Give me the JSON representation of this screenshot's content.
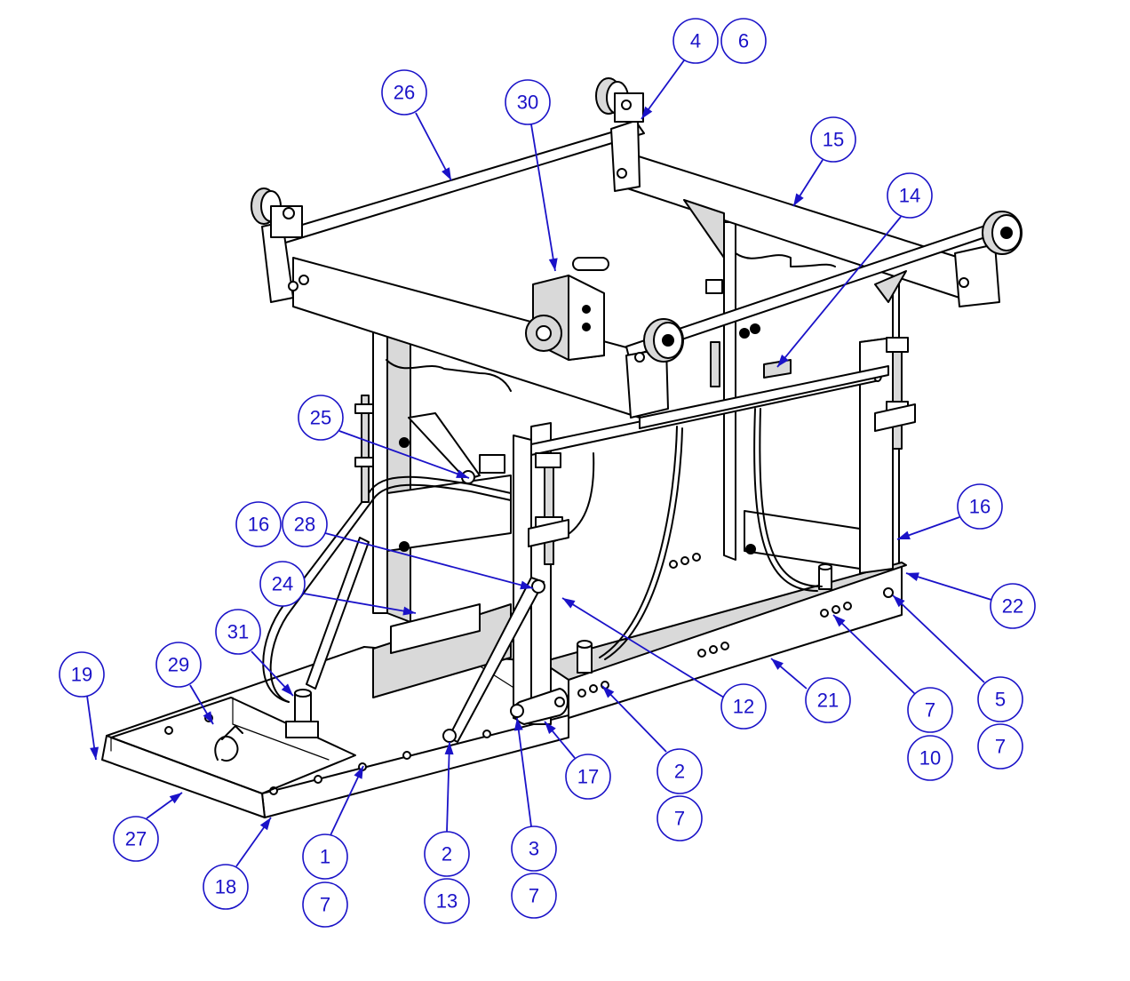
{
  "colors": {
    "callout": "#1a12c8",
    "linework": "#000000",
    "background": "#ffffff"
  },
  "balloons": [
    {
      "id": "b-4",
      "label": "4"
    },
    {
      "id": "b-6",
      "label": "6"
    },
    {
      "id": "b-26",
      "label": "26"
    },
    {
      "id": "b-30",
      "label": "30"
    },
    {
      "id": "b-15",
      "label": "15"
    },
    {
      "id": "b-14",
      "label": "14"
    },
    {
      "id": "b-25",
      "label": "25"
    },
    {
      "id": "b-16a",
      "label": "16"
    },
    {
      "id": "b-28",
      "label": "28"
    },
    {
      "id": "b-16b",
      "label": "16"
    },
    {
      "id": "b-24",
      "label": "24"
    },
    {
      "id": "b-22",
      "label": "22"
    },
    {
      "id": "b-31",
      "label": "31"
    },
    {
      "id": "b-19",
      "label": "19"
    },
    {
      "id": "b-29",
      "label": "29"
    },
    {
      "id": "b-12",
      "label": "12"
    },
    {
      "id": "b-21",
      "label": "21"
    },
    {
      "id": "b-7a",
      "label": "7"
    },
    {
      "id": "b-5",
      "label": "5"
    },
    {
      "id": "b-10",
      "label": "10"
    },
    {
      "id": "b-7b",
      "label": "7"
    },
    {
      "id": "b-17",
      "label": "17"
    },
    {
      "id": "b-2a",
      "label": "2"
    },
    {
      "id": "b-7c",
      "label": "7"
    },
    {
      "id": "b-27",
      "label": "27"
    },
    {
      "id": "b-18",
      "label": "18"
    },
    {
      "id": "b-1",
      "label": "1"
    },
    {
      "id": "b-7d",
      "label": "7"
    },
    {
      "id": "b-2b",
      "label": "2"
    },
    {
      "id": "b-13",
      "label": "13"
    },
    {
      "id": "b-3",
      "label": "3"
    },
    {
      "id": "b-7e",
      "label": "7"
    }
  ]
}
